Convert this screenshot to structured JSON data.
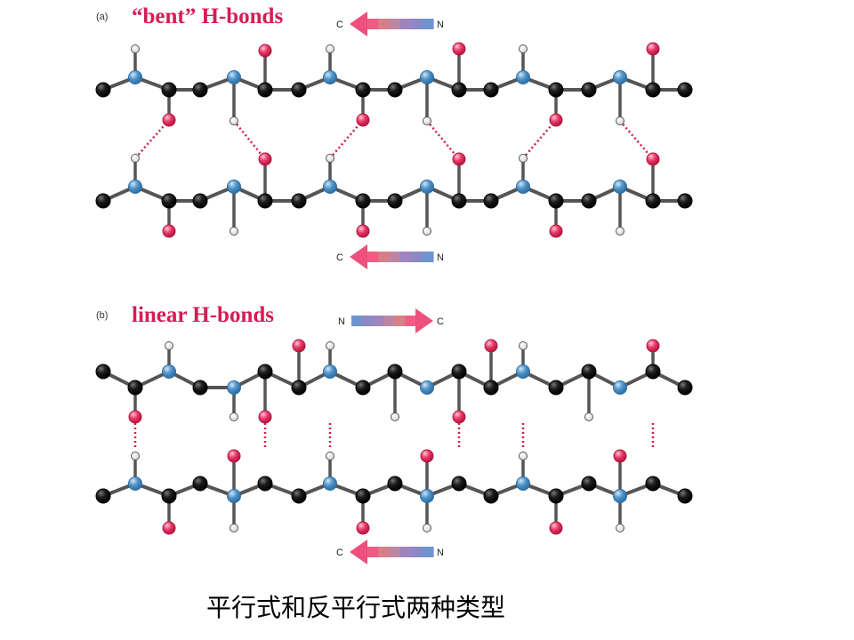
{
  "colors": {
    "carbon": "#0d0d0d",
    "nitrogen": "#4f93c9",
    "oxygen": "#e8386a",
    "hydrogen": "#ffffff",
    "bond": "#555555",
    "hbond": "#cc2244",
    "title": "#d81b55",
    "arrow_head": "#ee4f7c",
    "arrow_band": [
      "#ee5e84",
      "#d77f86",
      "#b986a4",
      "#a084be",
      "#8d88c6",
      "#6f93cf"
    ]
  },
  "panels": [
    {
      "label": "(a)",
      "title": "“bent” H-bonds",
      "strands": [
        {
          "direction": "C←N",
          "arrow_left": "C",
          "arrow_right": "N"
        },
        {
          "direction": "C←N",
          "arrow_left": "C",
          "arrow_right": "N"
        }
      ]
    },
    {
      "label": "(b)",
      "title": "linear H-bonds",
      "strands": [
        {
          "direction": "N→C",
          "arrow_left": "N",
          "arrow_right": "C"
        },
        {
          "direction": "C←N",
          "arrow_left": "C",
          "arrow_right": "N"
        }
      ]
    }
  ],
  "caption": "平行式和反平行式两种类型"
}
